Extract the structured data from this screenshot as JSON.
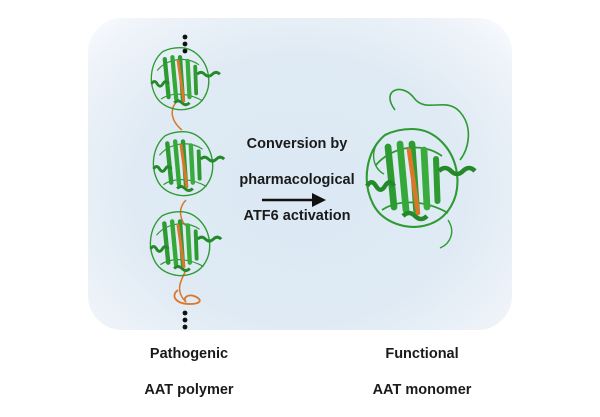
{
  "figure": {
    "caption_lines": [
      "Conversion by",
      "pharmacological",
      "ATF6 activation"
    ],
    "left_label_lines": [
      "Pathogenic",
      "AAT polymer"
    ],
    "right_label_lines": [
      "Functional",
      "AAT monomer"
    ],
    "colors": {
      "background": "#dce8f4",
      "protein_green": "#2e9b32",
      "protein_green_dark": "#1f6e22",
      "linker_orange": "#d9772b",
      "arrow": "#111111",
      "text": "#1a1a1a"
    },
    "icons": [
      "ellipsis-dots-icon",
      "arrow-right-icon"
    ]
  }
}
